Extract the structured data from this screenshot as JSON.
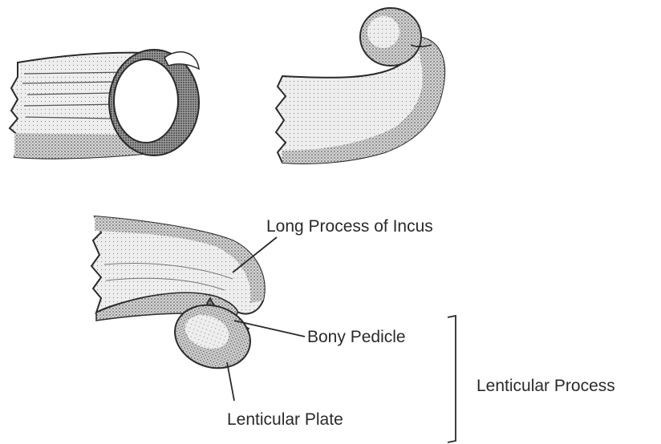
{
  "labels": {
    "long_process": "Long Process of Incus",
    "bony_pedicle": "Bony Pedicle",
    "lenticular_process": "Lenticular Process",
    "lenticular_plate": "Lenticular Plate"
  },
  "colors": {
    "ink": "#2a2a2a",
    "shade": "#8a8a8a",
    "background": "#ffffff"
  }
}
